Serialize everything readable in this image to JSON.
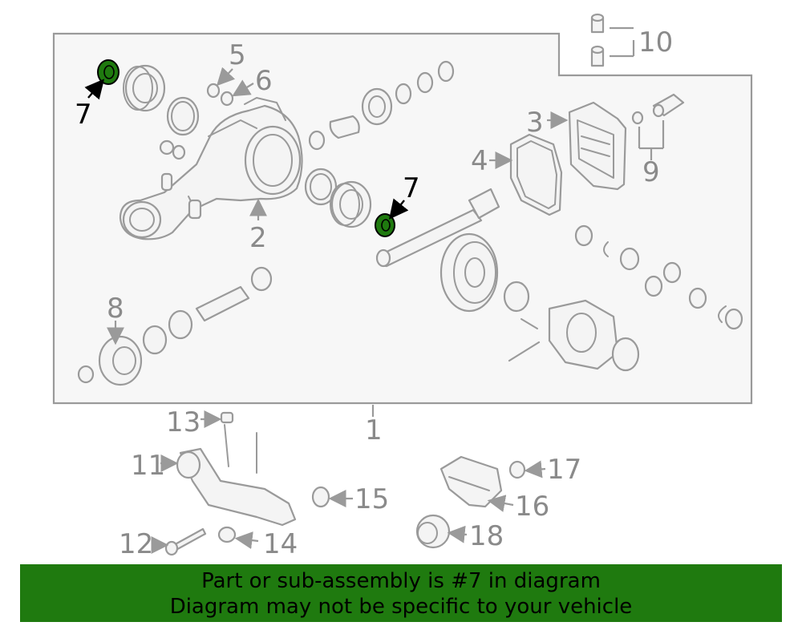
{
  "callouts": {
    "c1": "1",
    "c2": "2",
    "c3": "3",
    "c4": "4",
    "c5": "5",
    "c6": "6",
    "c7a": "7",
    "c7b": "7",
    "c8": "8",
    "c9": "9",
    "c10": "10",
    "c11": "11",
    "c12": "12",
    "c13": "13",
    "c14": "14",
    "c15": "15",
    "c16": "16",
    "c17": "17",
    "c18": "18"
  },
  "highlight_part": "7",
  "colors": {
    "highlight": "#1f7a0f",
    "banner_bg": "#1f7a0f",
    "line": "#9a9a9a",
    "label": "#8a8a8a"
  },
  "banner": {
    "line1": "Part or sub-assembly is #7 in diagram",
    "line2": "Diagram may not be specific to your vehicle"
  }
}
